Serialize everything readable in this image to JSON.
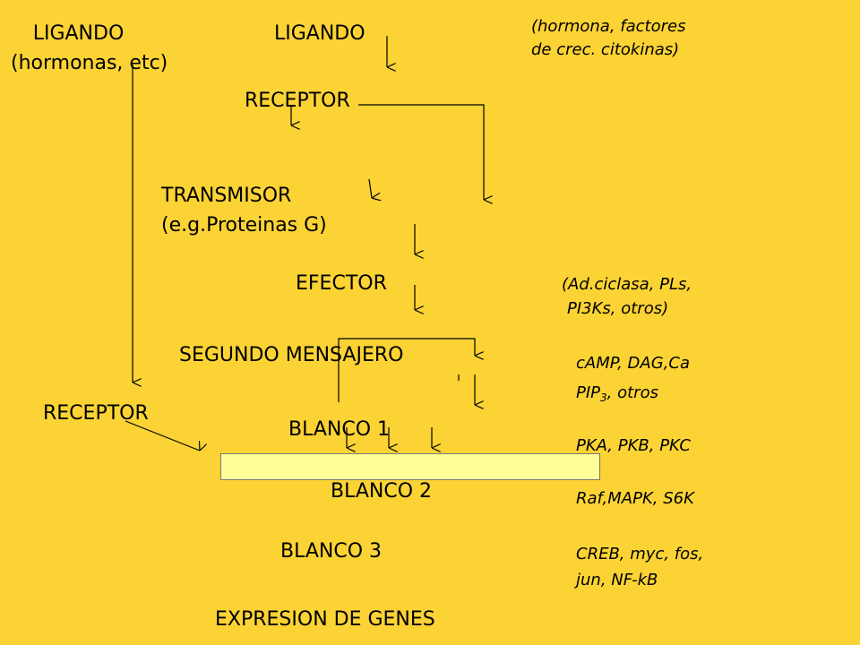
{
  "nodes": {
    "ligand_left": "LIGANDO",
    "ligand_left_sub": "(hormonas, etc)",
    "ligand_center": "LIGANDO",
    "receptor_top": "RECEPTOR",
    "transmisor": "TRANSMISOR",
    "transmisor_sub": "(e.g.Proteinas G)",
    "efector": "EFECTOR",
    "segundo_mensajero": "SEGUNDO MENSAJERO",
    "receptor_left": "RECEPTOR",
    "blanco1": "BLANCO 1",
    "blanco2": "BLANCO 2",
    "blanco3": "BLANCO 3",
    "expresion": "EXPRESION DE GENES"
  },
  "notes": {
    "ligand_examples_1": "(hormona, factores",
    "ligand_examples_2": "de crec. citokinas)",
    "efector_examples_1": "(Ad.ciclasa, PLs,",
    "efector_examples_2": "PI3Ks, otros)",
    "second_messengers_1": "cAMP, DAG,Ca",
    "second_messengers_2_pre": "PIP",
    "second_messengers_2_sub": "3",
    "second_messengers_2_post": ", otros",
    "targets_1": "PKA, PKB, PKC",
    "targets_2": "Raf,MAPK, S6K",
    "targets_3_line1": "CREB, myc, fos,",
    "targets_3_line2": "jun, NF-kB"
  },
  "colors": {
    "background": "#FBD334",
    "highlight_bar": "#FFFF99",
    "arrow": "#000000"
  }
}
